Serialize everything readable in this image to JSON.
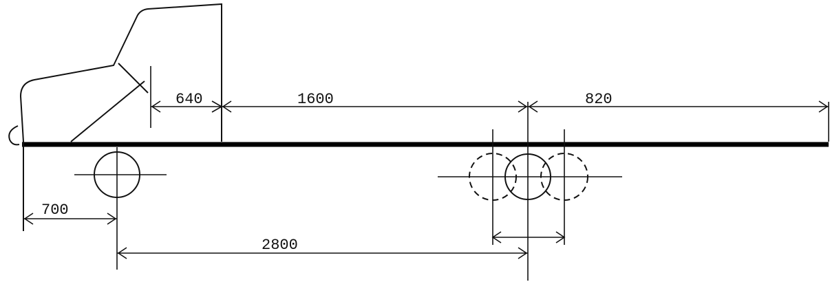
{
  "dimensions": {
    "cab_to_body": "640",
    "body_front_to_axle": "1600",
    "axle_to_rear": "820",
    "front_overhang": "700",
    "wheelbase": "2800"
  }
}
